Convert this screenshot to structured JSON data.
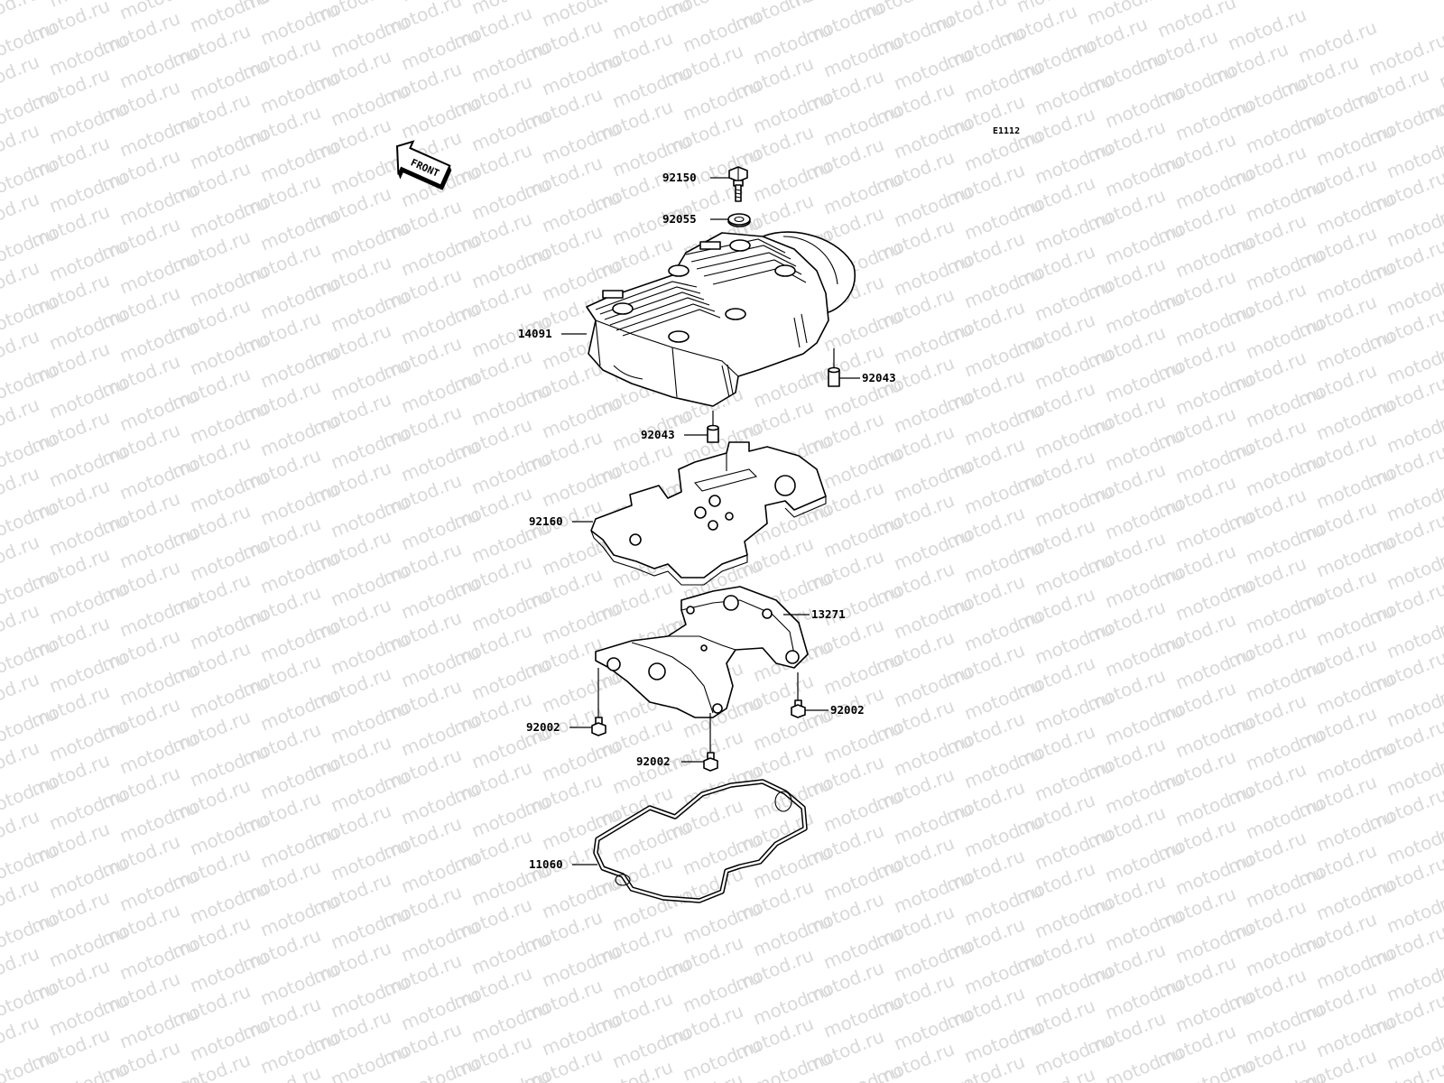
{
  "diagram": {
    "watermark": "motod.ru",
    "figure_code": "E1112",
    "front_label": "FRONT",
    "parts": [
      {
        "key": "bolt",
        "number": "92150"
      },
      {
        "key": "washer",
        "number": "92055"
      },
      {
        "key": "cover",
        "number": "14091"
      },
      {
        "key": "dowel_right",
        "number": "92043"
      },
      {
        "key": "dowel_left",
        "number": "92043"
      },
      {
        "key": "gasket_plate",
        "number": "92160"
      },
      {
        "key": "baffle",
        "number": "13271"
      },
      {
        "key": "bolt_left",
        "number": "92002"
      },
      {
        "key": "bolt_right",
        "number": "92002"
      },
      {
        "key": "bolt_center",
        "number": "92002"
      },
      {
        "key": "seal",
        "number": "11060"
      }
    ]
  }
}
